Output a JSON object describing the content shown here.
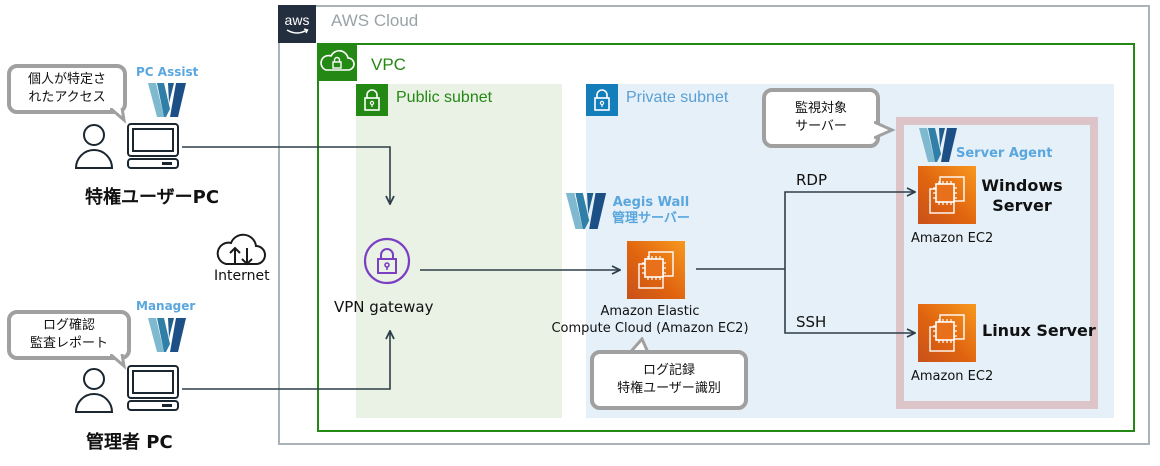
{
  "aws_cloud": {
    "logo_text": "aws",
    "title": "AWS Cloud"
  },
  "vpc": {
    "title": "VPC"
  },
  "public_subnet": {
    "title": "Public subnet"
  },
  "private_subnet": {
    "title": "Private subnet"
  },
  "privileged_user": {
    "label": "特権ユーザーPC",
    "bubble_lines": [
      "個人が特定さ",
      "れたアクセス"
    ],
    "product": "PC Assist"
  },
  "admin": {
    "label": "管理者 PC",
    "bubble_lines": [
      "ログ確認",
      "監査レポート"
    ],
    "product": "Manager"
  },
  "internet": {
    "label": "Internet"
  },
  "vpn_gateway": {
    "label": "VPN gateway"
  },
  "management_server": {
    "product_line1": "Aegis Wall",
    "product_line2": "管理サーバー",
    "label_line1": "Amazon Elastic",
    "label_line2": "Compute Cloud (Amazon EC2)",
    "bubble_lines": [
      "ログ記録",
      "特権ユーザー識別"
    ]
  },
  "monitored": {
    "bubble_lines": [
      "監視対象",
      "サーバー"
    ],
    "product": "Server Agent"
  },
  "windows_server": {
    "name_line1": "Windows",
    "name_line2": "Server",
    "service": "Amazon EC2",
    "protocol": "RDP"
  },
  "linux_server": {
    "name": "Linux Server",
    "service": "Amazon EC2",
    "protocol": "SSH"
  },
  "colors": {
    "aws_border": "#aab4b8",
    "vpc_green": "#248814",
    "private_blue": "#147eba",
    "brand_blue": "#5aa6de",
    "target_pink": "#dcc4c8",
    "line": "#2f3e4a"
  }
}
